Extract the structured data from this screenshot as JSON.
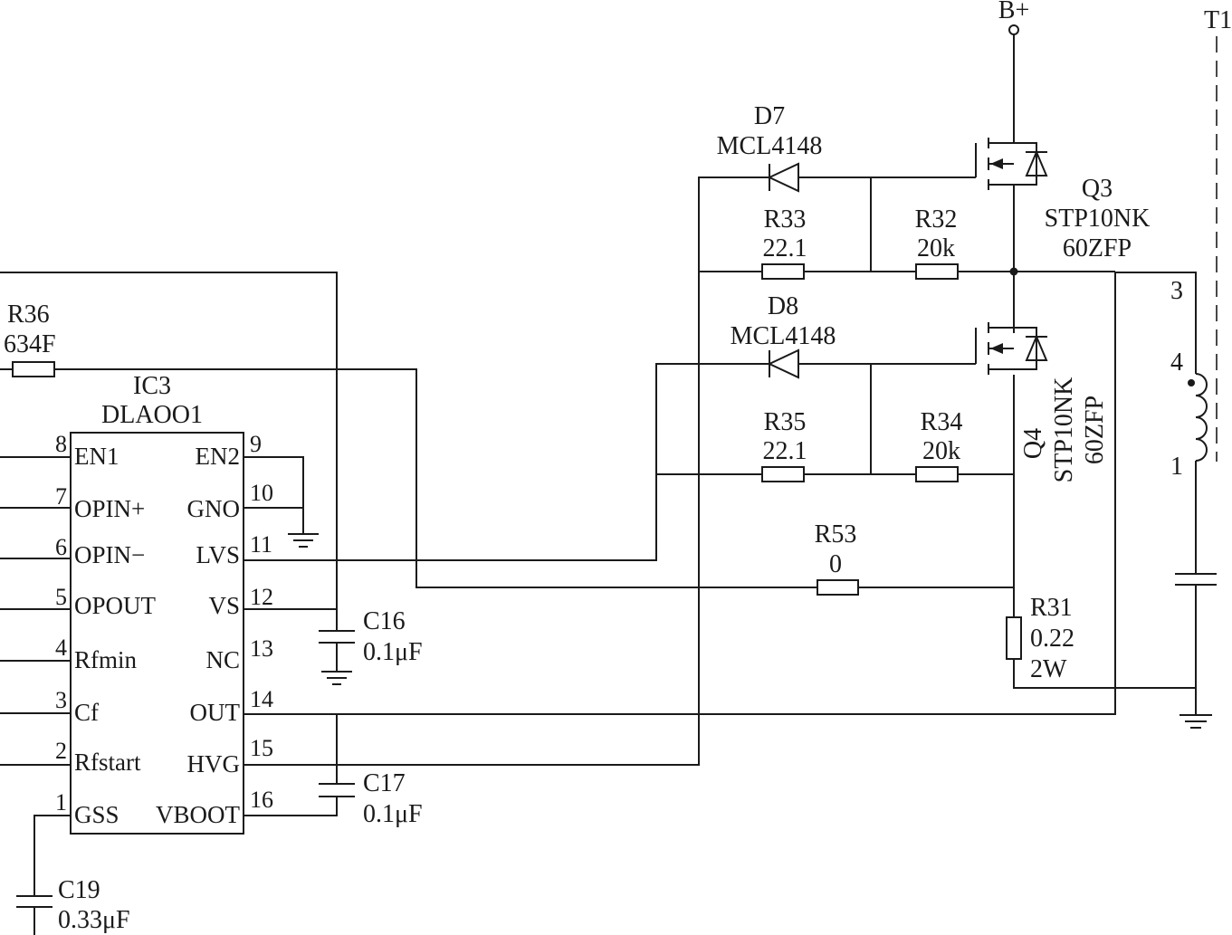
{
  "supply": {
    "label": "B+"
  },
  "transformer": {
    "ref": "T1",
    "pins": [
      {
        "name": "t1-pin3",
        "label": "3"
      },
      {
        "name": "t1-pin4",
        "label": "4"
      },
      {
        "name": "t1-pin1",
        "label": "1"
      }
    ]
  },
  "ic": {
    "ref": "IC3",
    "part": "DLAOO1",
    "left_pins": [
      {
        "num": "8",
        "label": "EN1"
      },
      {
        "num": "7",
        "label": "OPIN+"
      },
      {
        "num": "6",
        "label": "OPIN−"
      },
      {
        "num": "5",
        "label": "OPOUT"
      },
      {
        "num": "4",
        "label": "Rfmin"
      },
      {
        "num": "3",
        "label": "Cf"
      },
      {
        "num": "2",
        "label": "Rfstart"
      },
      {
        "num": "1",
        "label": "GSS"
      }
    ],
    "right_pins": [
      {
        "num": "9",
        "label": "EN2"
      },
      {
        "num": "10",
        "label": "GNO"
      },
      {
        "num": "11",
        "label": "LVS"
      },
      {
        "num": "12",
        "label": "VS"
      },
      {
        "num": "13",
        "label": "NC"
      },
      {
        "num": "14",
        "label": "OUT"
      },
      {
        "num": "15",
        "label": "HVG"
      },
      {
        "num": "16",
        "label": "VBOOT"
      }
    ]
  },
  "components": {
    "r36": {
      "ref": "R36",
      "value": "634F"
    },
    "d7": {
      "ref": "D7",
      "part": "MCL4148"
    },
    "d8": {
      "ref": "D8",
      "part": "MCL4148"
    },
    "r33": {
      "ref": "R33",
      "value": "22.1"
    },
    "r32": {
      "ref": "R32",
      "value": "20k"
    },
    "r35": {
      "ref": "R35",
      "value": "22.1"
    },
    "r34": {
      "ref": "R34",
      "value": "20k"
    },
    "r53": {
      "ref": "R53",
      "value": "0"
    },
    "r31": {
      "ref": "R31",
      "value": "0.22",
      "rating": "2W"
    },
    "q3": {
      "ref": "Q3",
      "part_line1": "STP10NK",
      "part_line2": "60ZFP"
    },
    "q4": {
      "ref": "Q4",
      "part_line1": "STP10NK",
      "part_line2": "60ZFP"
    },
    "c16": {
      "ref": "C16",
      "value": "0.1μF"
    },
    "c17": {
      "ref": "C17",
      "value": "0.1μF"
    },
    "c19": {
      "ref": "C19",
      "value": "0.33μF"
    }
  }
}
